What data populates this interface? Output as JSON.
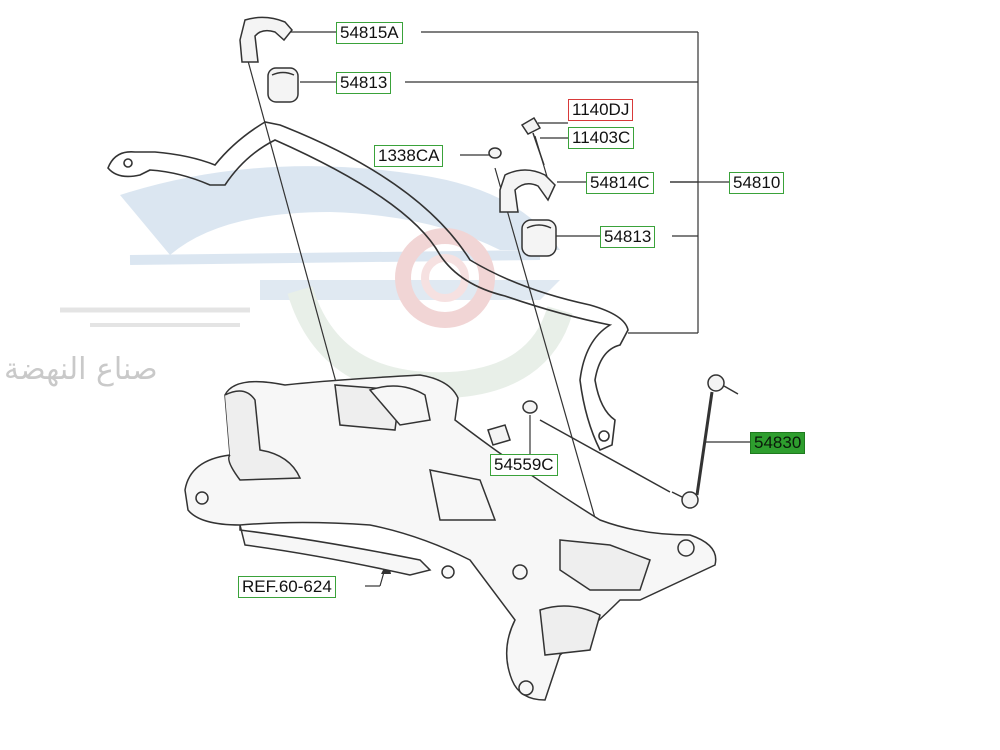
{
  "labels": {
    "p54815A": "54815A",
    "p54813_top": "54813",
    "p1140DJ": "1140DJ",
    "p11403C": "11403C",
    "p1338CA": "1338CA",
    "p54814C": "54814C",
    "p54810": "54810",
    "p54813_mid": "54813",
    "p54830": "54830",
    "p54559C": "54559C",
    "ref": "REF.60-624"
  },
  "watermark": {
    "text": "صناع النهضة"
  },
  "colors": {
    "label_border": "#3aa23a",
    "highlight_border": "#d83a3a",
    "selected_fill": "#2e9e2e",
    "line": "#333333"
  }
}
